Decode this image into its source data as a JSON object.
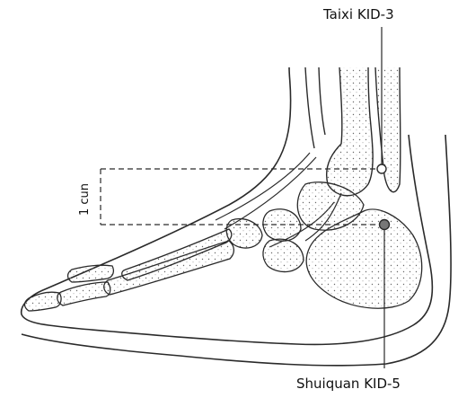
{
  "labels": {
    "top_point": "Taixi KID-3",
    "bottom_point": "Shuiquan KID-5",
    "measure": "1 cun"
  },
  "colors": {
    "outline": "#2a2a2a",
    "stipple": "#6a6a6a",
    "open_point_fill": "#ffffff",
    "filled_point_fill": "#777777",
    "background": "#ffffff"
  }
}
